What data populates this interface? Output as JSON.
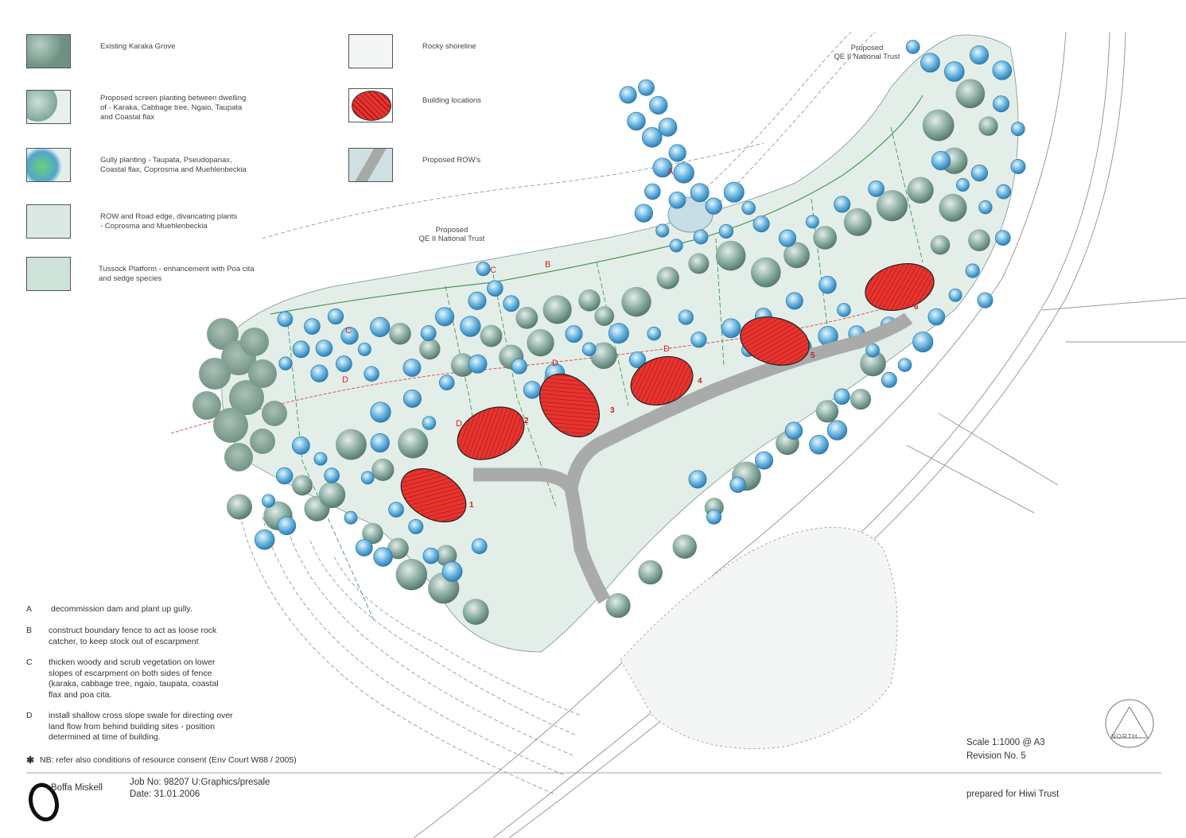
{
  "legend": {
    "items": [
      {
        "label": "Existing Karaka Grove",
        "swatch": "karaka-grove"
      },
      {
        "label": "Proposed screen planting between dwelling\nof - Karaka, Cabbage tree, Ngaio, Taupata\nand Coastal flax",
        "swatch": "screen-planting"
      },
      {
        "label": "Gully planting - Taupata, Pseudopanax,\nCoastal flax, Coprosma and Muehlenbeckia",
        "swatch": "gully-planting"
      },
      {
        "label": "ROW and Road edge, divaricating plants\n- Coprosma and Muehlenbeckia",
        "swatch": "road-edge"
      },
      {
        "label": "Tussock Platform - enhancement with Poa cita\nand sedge species",
        "swatch": "tussock"
      }
    ],
    "items_col2": [
      {
        "label": "Rocky shoreline",
        "swatch": "rocky-shoreline"
      },
      {
        "label": "Building locations",
        "swatch": "building-locations"
      },
      {
        "label": "Proposed ROW's",
        "swatch": "proposed-row"
      }
    ]
  },
  "map_labels": {
    "trust_top": "Proposed\nQE II National Trust",
    "trust_mid": "Proposed\nQE II National Trust",
    "zone_a": "A",
    "zone_b": "B",
    "zone_c1": "C",
    "zone_c2": "C",
    "zone_d1": "D",
    "zone_d2": "D",
    "zone_d3": "D",
    "zone_d4": "D"
  },
  "building_sites": [
    "1",
    "2",
    "3",
    "4",
    "5",
    "6"
  ],
  "notes": [
    {
      "letter": "A",
      "text": "decommission dam and plant up gully."
    },
    {
      "letter": "B",
      "text": "construct boundary fence to act as loose rock\n catcher, to keep stock out of escarpment"
    },
    {
      "letter": "C",
      "text": "thicken woody and scrub vegetation on lower\n slopes of escarpment on both sides of fence\n (karaka, cabbage tree, ngaio, taupata, coastal\n flax and poa cita."
    },
    {
      "letter": "D",
      "text": "install shallow cross slope swale for directing over\nland flow from behind building sites - position\ndetermined at time of building."
    }
  ],
  "nb": {
    "symbol": "✱",
    "text": "NB:  refer also conditions of resource consent (Env Court  W88 / 2005)"
  },
  "footer": {
    "company": "Boffa Miskell",
    "job": "Job No: 98207 U:Graphics/presale",
    "date": "Date: 31.01.2006",
    "scale": "Scale 1:1000 @ A3",
    "revision": "Revision No. 5",
    "prepared": "prepared  for Hiwi Trust",
    "north": "NORTH"
  },
  "colors": {
    "building": "#e8332f",
    "row": "#b3b5b4",
    "land": "#e6efea",
    "tree_blue": "#5aa8d6",
    "tree_green": "#6d9487",
    "annotation": "#c22222"
  }
}
